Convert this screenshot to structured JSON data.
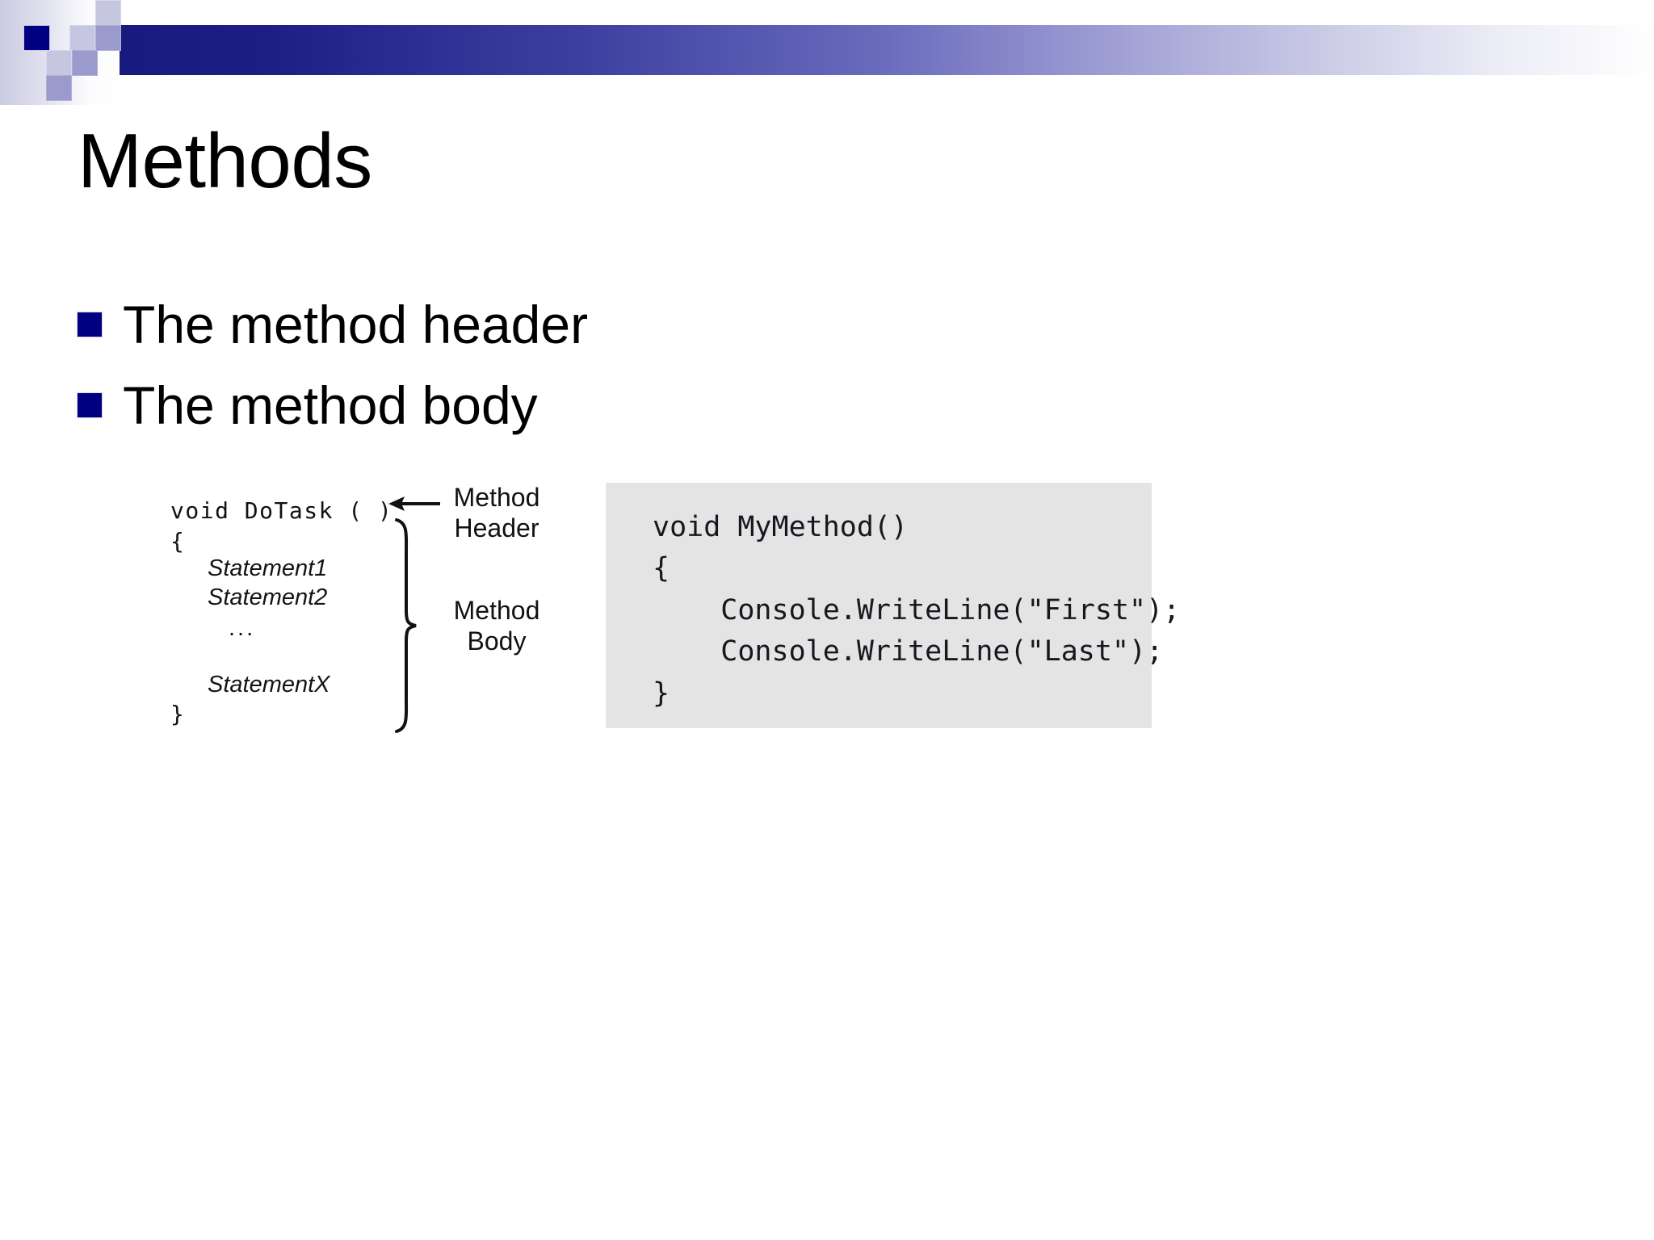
{
  "slide": {
    "title": "Methods",
    "bullets": [
      {
        "text": "The method header"
      },
      {
        "text": "The method body"
      }
    ]
  },
  "theme": {
    "accent_navy": "#000080",
    "band_light": "#c6c6e0",
    "band_mid": "#9a9acd",
    "code_panel_bg": "#e4e4e4"
  },
  "figure_left": {
    "signature": "void DoTask ( )",
    "open_brace": "{",
    "close_brace": "}",
    "statements": [
      "Statement1",
      "Statement2",
      "...",
      "StatementX"
    ],
    "labels": {
      "header": "Method\nHeader",
      "body": "Method\nBody"
    },
    "arrow_icon": "arrow-left-icon",
    "brace_icon": "curly-brace-right-icon"
  },
  "code_panel": {
    "lines": [
      "void MyMethod()",
      "{",
      "    Console.WriteLine(\"First\");",
      "    Console.WriteLine(\"Last\");",
      "}"
    ],
    "text": "void MyMethod()\n{\n    Console.WriteLine(\"First\");\n    Console.WriteLine(\"Last\");\n}"
  }
}
